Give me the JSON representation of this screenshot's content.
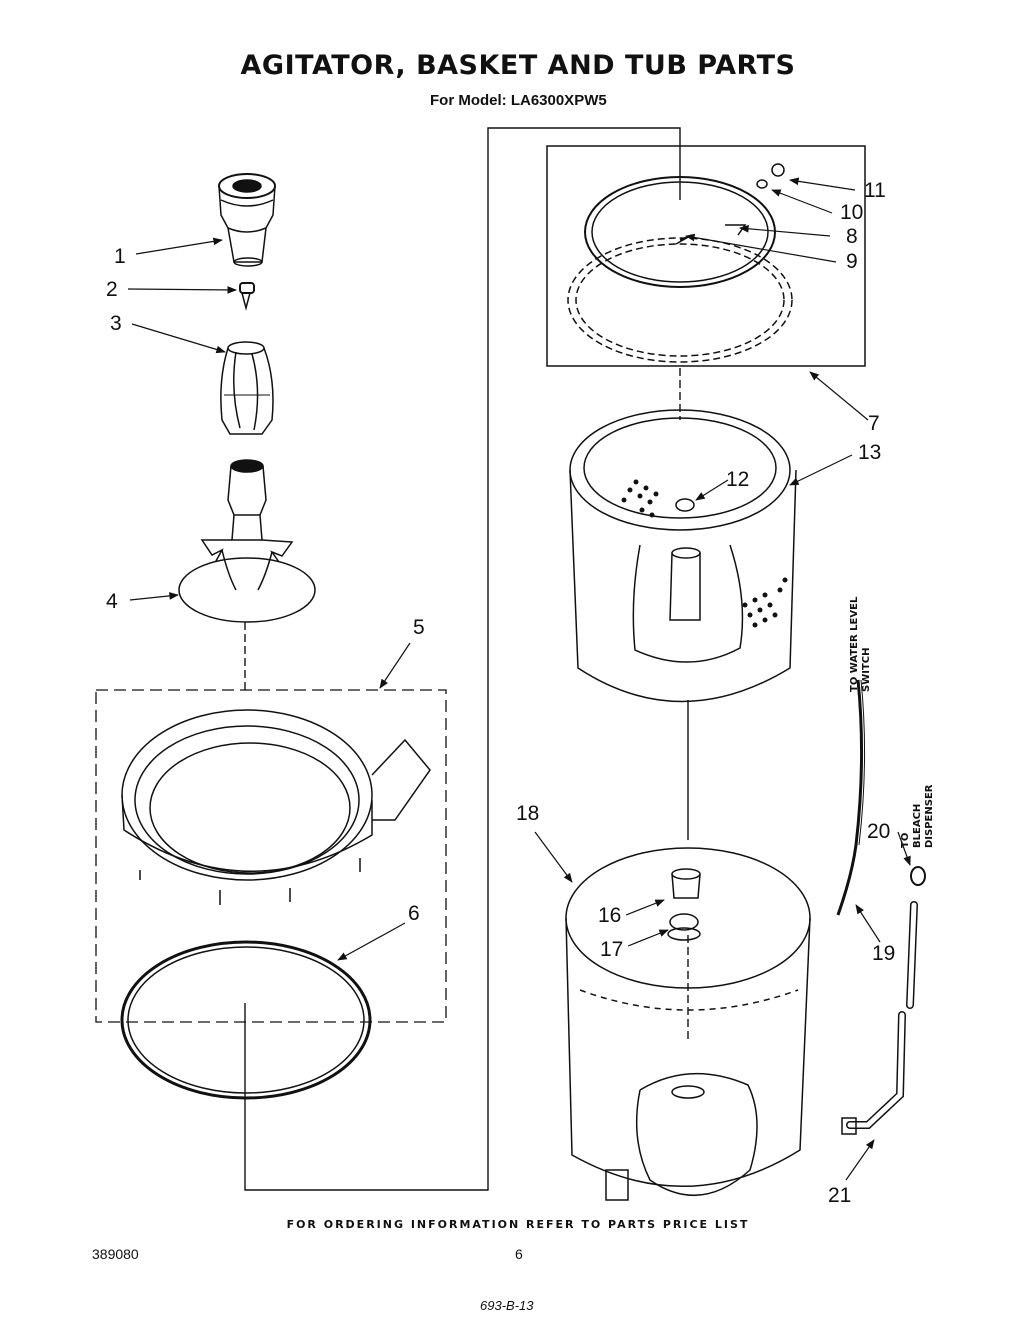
{
  "title": "AGITATOR, BASKET AND TUB PARTS",
  "subtitle": "For Model: LA6300XPW5",
  "footer": "FOR ORDERING INFORMATION REFER TO PARTS PRICE LIST",
  "document_number": "389080",
  "page_number": "6",
  "stamp": "693-B-13",
  "notes": {
    "water_level_line1": "TO WATER LEVEL",
    "water_level_line2": "SWITCH",
    "bleach_line1": "TO",
    "bleach_line2": "BLEACH",
    "bleach_line3": "DISPENSER"
  },
  "callouts": [
    "1",
    "2",
    "3",
    "4",
    "5",
    "6",
    "7",
    "8",
    "9",
    "10",
    "11",
    "12",
    "13",
    "16",
    "17",
    "18",
    "19",
    "20",
    "21"
  ]
}
